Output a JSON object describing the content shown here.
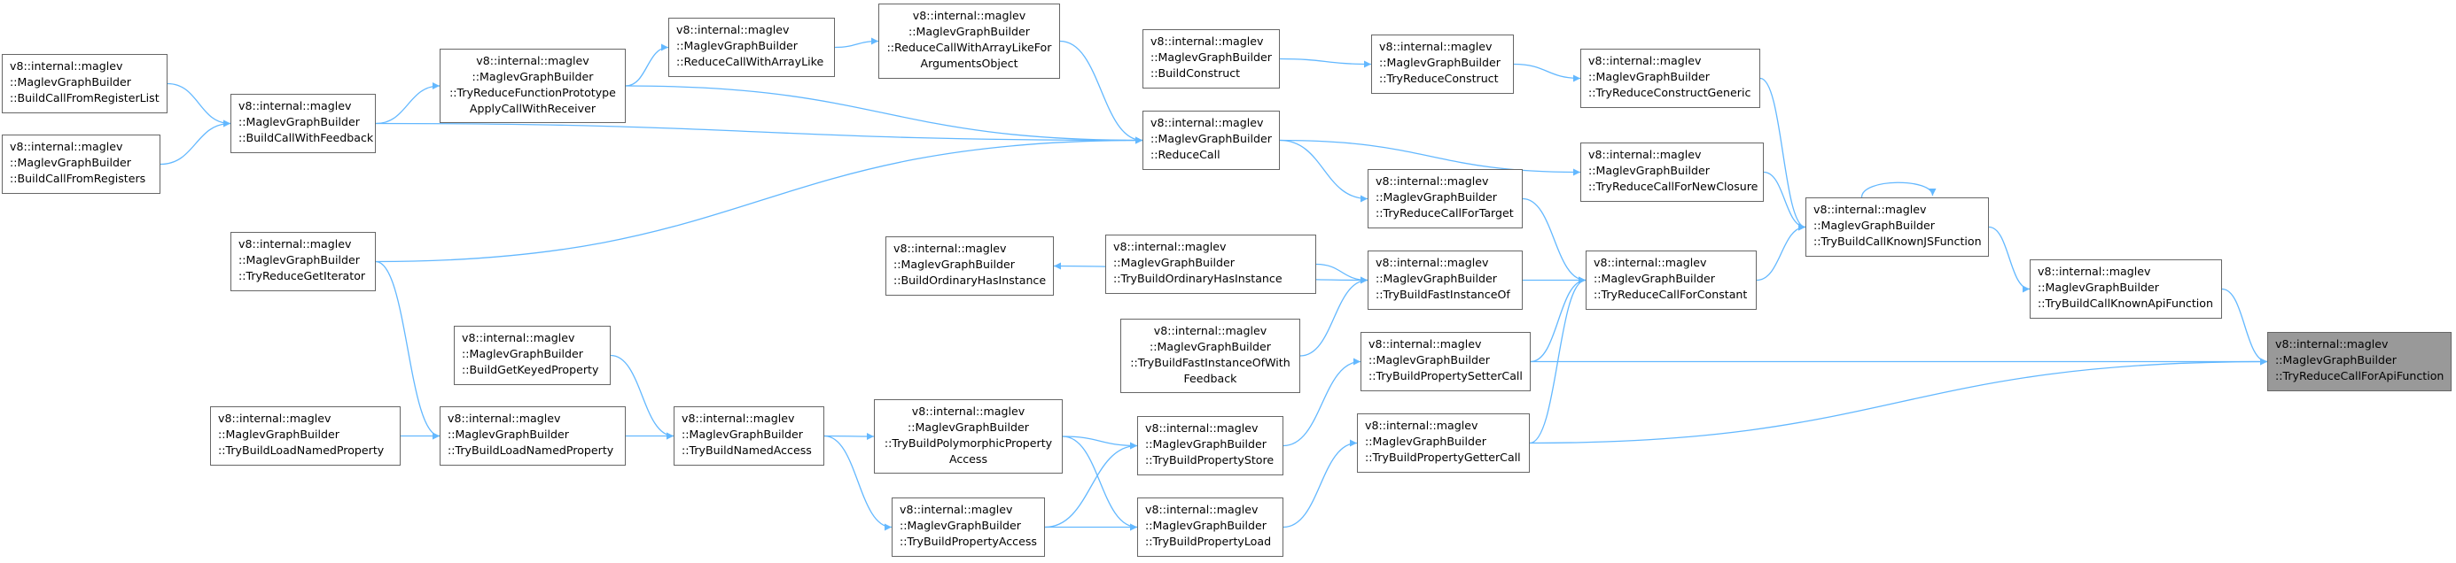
{
  "nodes": [
    {
      "id": "BCFRL",
      "lines": [
        "v8::internal::maglev",
        "::MaglevGraphBuilder",
        "::BuildCallFromRegisterList"
      ]
    },
    {
      "id": "BCFR",
      "lines": [
        "v8::internal::maglev",
        "::MaglevGraphBuilder",
        "::BuildCallFromRegisters"
      ]
    },
    {
      "id": "BCWF",
      "lines": [
        "v8::internal::maglev",
        "::MaglevGraphBuilder",
        "::BuildCallWithFeedback"
      ]
    },
    {
      "id": "TRGI",
      "lines": [
        "v8::internal::maglev",
        "::MaglevGraphBuilder",
        "::TryReduceGetIterator"
      ]
    },
    {
      "id": "TRFPACWR",
      "lines": [
        "v8::internal::maglev",
        "::MaglevGraphBuilder",
        "::TryReduceFunctionPrototype",
        "ApplyCallWithReceiver"
      ]
    },
    {
      "id": "RCWAL",
      "lines": [
        "v8::internal::maglev",
        "::MaglevGraphBuilder",
        "::ReduceCallWithArrayLike"
      ]
    },
    {
      "id": "RCWALFAO",
      "lines": [
        "v8::internal::maglev",
        "::MaglevGraphBuilder",
        "::ReduceCallWithArrayLikeFor",
        "ArgumentsObject"
      ]
    },
    {
      "id": "BC",
      "lines": [
        "v8::internal::maglev",
        "::MaglevGraphBuilder",
        "::BuildConstruct"
      ]
    },
    {
      "id": "TRC",
      "lines": [
        "v8::internal::maglev",
        "::MaglevGraphBuilder",
        "::TryReduceConstruct"
      ]
    },
    {
      "id": "TRCG",
      "lines": [
        "v8::internal::maglev",
        "::MaglevGraphBuilder",
        "::TryReduceConstructGeneric"
      ]
    },
    {
      "id": "RC",
      "lines": [
        "v8::internal::maglev",
        "::MaglevGraphBuilder",
        "::ReduceCall"
      ]
    },
    {
      "id": "TRCFNC",
      "lines": [
        "v8::internal::maglev",
        "::MaglevGraphBuilder",
        "::TryReduceCallForNewClosure"
      ]
    },
    {
      "id": "TRCFT",
      "lines": [
        "v8::internal::maglev",
        "::MaglevGraphBuilder",
        "::TryReduceCallForTarget"
      ]
    },
    {
      "id": "TBCKJF",
      "lines": [
        "v8::internal::maglev",
        "::MaglevGraphBuilder",
        "::TryBuildCallKnownJSFunction"
      ]
    },
    {
      "id": "BOHI",
      "lines": [
        "v8::internal::maglev",
        "::MaglevGraphBuilder",
        "::BuildOrdinaryHasInstance"
      ]
    },
    {
      "id": "TBOHI",
      "lines": [
        "v8::internal::maglev",
        "::MaglevGraphBuilder",
        "::TryBuildOrdinaryHasInstance"
      ]
    },
    {
      "id": "TBFIO",
      "lines": [
        "v8::internal::maglev",
        "::MaglevGraphBuilder",
        "::TryBuildFastInstanceOf"
      ]
    },
    {
      "id": "TRCFC",
      "lines": [
        "v8::internal::maglev",
        "::MaglevGraphBuilder",
        "::TryReduceCallForConstant"
      ]
    },
    {
      "id": "TBCKAF",
      "lines": [
        "v8::internal::maglev",
        "::MaglevGraphBuilder",
        "::TryBuildCallKnownApiFunction"
      ]
    },
    {
      "id": "TBFIOWF",
      "lines": [
        "v8::internal::maglev",
        "::MaglevGraphBuilder",
        "::TryBuildFastInstanceOfWith",
        "Feedback"
      ]
    },
    {
      "id": "TBPSC",
      "lines": [
        "v8::internal::maglev",
        "::MaglevGraphBuilder",
        "::TryBuildPropertySetterCall"
      ]
    },
    {
      "id": "TRCFAF",
      "lines": [
        "v8::internal::maglev",
        "::MaglevGraphBuilder",
        "::TryReduceCallForApiFunction"
      ],
      "root": true
    },
    {
      "id": "BGKP",
      "lines": [
        "v8::internal::maglev",
        "::MaglevGraphBuilder",
        "::BuildGetKeyedProperty"
      ]
    },
    {
      "id": "TBLNP",
      "lines": [
        "v8::internal::maglev",
        "::MaglevGraphBuilder",
        "::TryBuildLoadNamedProperty"
      ]
    },
    {
      "id": "TBLNP2",
      "lines": [
        "v8::internal::maglev",
        "::MaglevGraphBuilder",
        "::TryBuildLoadNamedProperty"
      ]
    },
    {
      "id": "TBNA",
      "lines": [
        "v8::internal::maglev",
        "::MaglevGraphBuilder",
        "::TryBuildNamedAccess"
      ]
    },
    {
      "id": "TBPPA",
      "lines": [
        "v8::internal::maglev",
        "::MaglevGraphBuilder",
        "::TryBuildPolymorphicProperty",
        "Access"
      ]
    },
    {
      "id": "TBPS",
      "lines": [
        "v8::internal::maglev",
        "::MaglevGraphBuilder",
        "::TryBuildPropertyStore"
      ]
    },
    {
      "id": "TBPGC",
      "lines": [
        "v8::internal::maglev",
        "::MaglevGraphBuilder",
        "::TryBuildPropertyGetterCall"
      ]
    },
    {
      "id": "TBPA",
      "lines": [
        "v8::internal::maglev",
        "::MaglevGraphBuilder",
        "::TryBuildPropertyAccess"
      ]
    },
    {
      "id": "TBPL",
      "lines": [
        "v8::internal::maglev",
        "::MaglevGraphBuilder",
        "::TryBuildPropertyLoad"
      ]
    }
  ],
  "edges": [
    [
      "BCFRL",
      "BCWF"
    ],
    [
      "BCFR",
      "BCWF"
    ],
    [
      "BCWF",
      "TRFPACWR"
    ],
    [
      "BCWF",
      "RC"
    ],
    [
      "TRGI",
      "RC"
    ],
    [
      "TRGI",
      "TBLNP2"
    ],
    [
      "TRFPACWR",
      "RCWAL"
    ],
    [
      "TRFPACWR",
      "RC"
    ],
    [
      "RCWAL",
      "RCWALFAO"
    ],
    [
      "RCWALFAO",
      "RC"
    ],
    [
      "BC",
      "TRC"
    ],
    [
      "TRC",
      "TRCG"
    ],
    [
      "TRCG",
      "TBCKJF"
    ],
    [
      "RC",
      "TRCFNC"
    ],
    [
      "RC",
      "TRCFT"
    ],
    [
      "TRCFNC",
      "TBCKJF"
    ],
    [
      "TRCFT",
      "TRCFC"
    ],
    [
      "TBCKJF",
      "TBCKJF"
    ],
    [
      "TBCKJF",
      "TBCKAF"
    ],
    [
      "TBFIO",
      "BOHI"
    ],
    [
      "TBOHI",
      "TBFIO"
    ],
    [
      "TBFIO",
      "TRCFC"
    ],
    [
      "TBFIOWF",
      "TBFIO"
    ],
    [
      "TRCFC",
      "TBCKJF"
    ],
    [
      "TBCKAF",
      "TRCFAF"
    ],
    [
      "TBPSC",
      "TRCFC"
    ],
    [
      "TBPSC",
      "TRCFAF"
    ],
    [
      "TBPGC",
      "TRCFC"
    ],
    [
      "TBPGC",
      "TRCFAF"
    ],
    [
      "BGKP",
      "TBNA"
    ],
    [
      "TBLNP",
      "TBLNP2"
    ],
    [
      "TBLNP2",
      "TBNA"
    ],
    [
      "TBNA",
      "TBPPA"
    ],
    [
      "TBNA",
      "TBPA"
    ],
    [
      "TBPPA",
      "TBPS"
    ],
    [
      "TBPPA",
      "TBPL"
    ],
    [
      "TBPA",
      "TBPS"
    ],
    [
      "TBPA",
      "TBPL"
    ],
    [
      "TBPS",
      "TBPSC"
    ],
    [
      "TBPL",
      "TBPGC"
    ]
  ],
  "colors": {
    "edge": "#63b8ff",
    "border": "#666666",
    "root_fill": "#999999",
    "node_fill": "#ffffff"
  }
}
